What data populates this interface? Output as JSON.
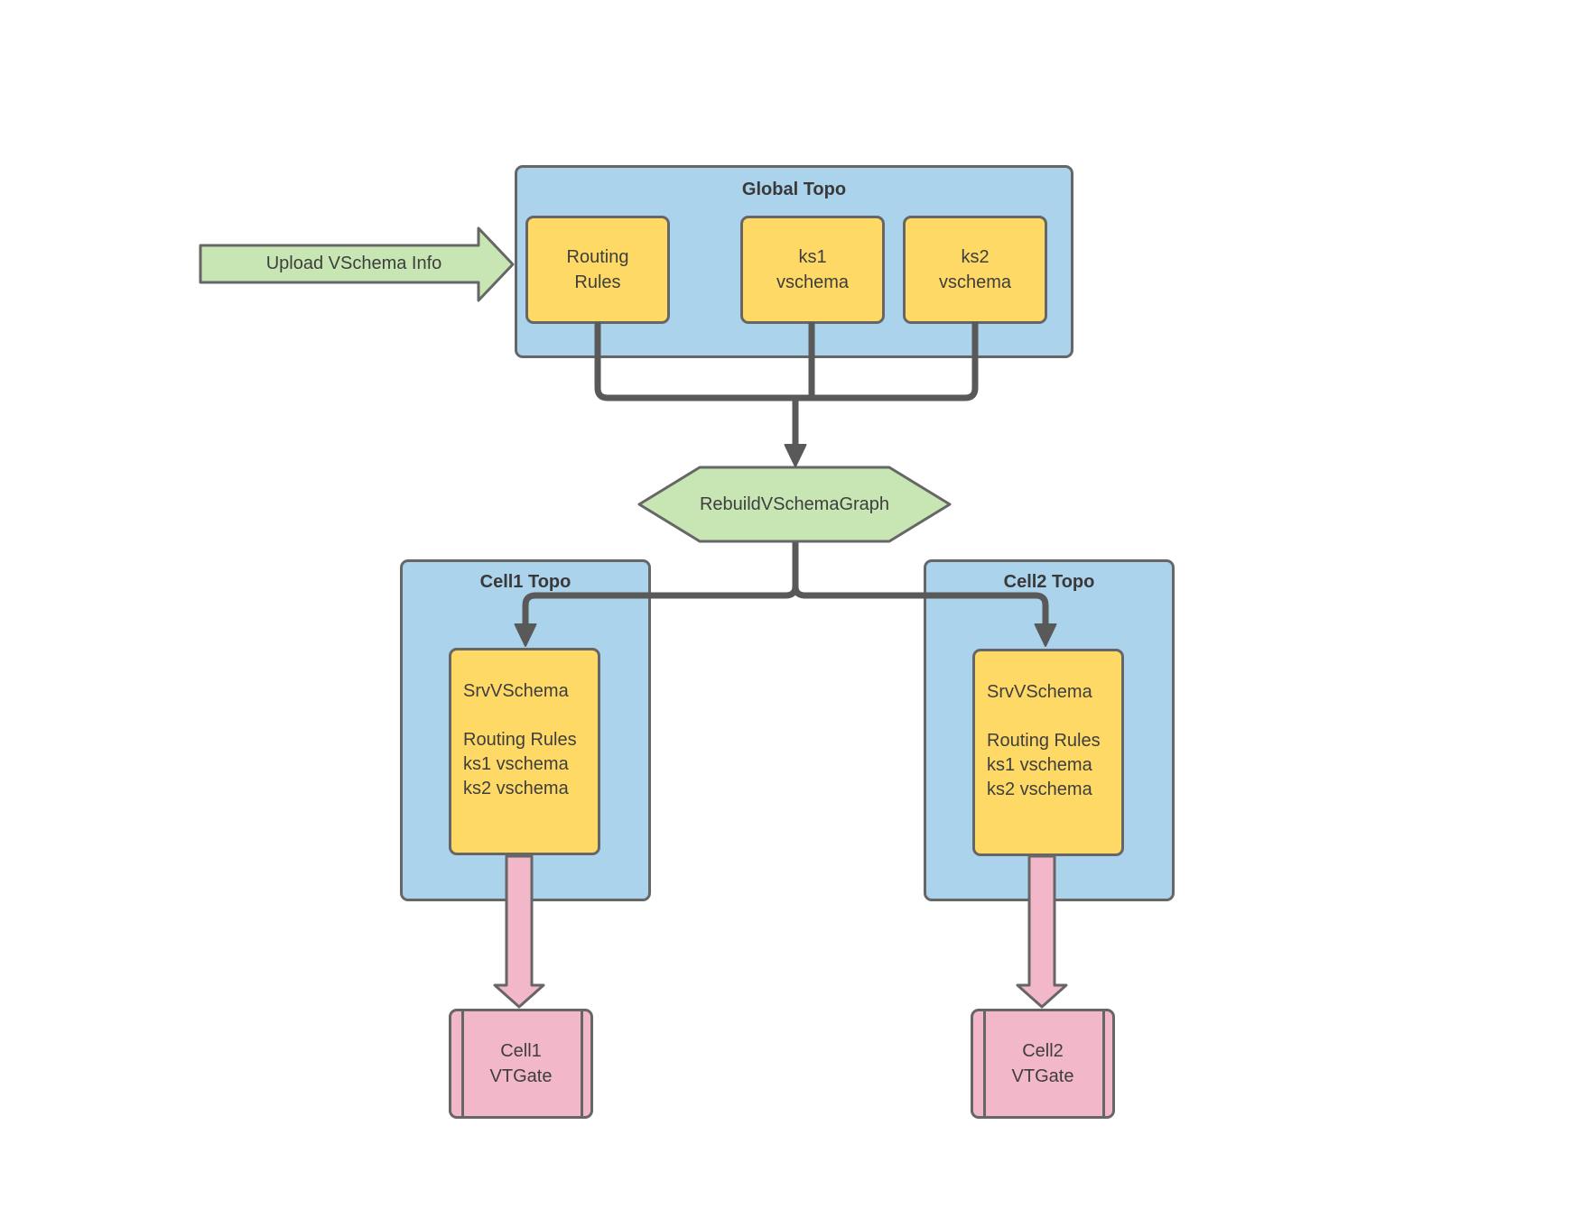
{
  "palette": {
    "container_blue": "#ABD3EC",
    "node_yellow": "#FFD966",
    "accent_green": "#C8E6B4",
    "accent_pink": "#F2B7C8",
    "connector_gray": "#595959",
    "border_gray": "#666666",
    "text_gray": "#3E3E3E"
  },
  "upload_arrow": {
    "label": "Upload VSchema Info"
  },
  "global_topo": {
    "title": "Global Topo",
    "routing_rules": {
      "line1": "Routing",
      "line2": "Rules"
    },
    "ks1": {
      "line1": "ks1",
      "line2": "vschema"
    },
    "ks2": {
      "line1": "ks2",
      "line2": "vschema"
    }
  },
  "rebuild_step": {
    "label": "RebuildVSchemaGraph"
  },
  "cell1": {
    "title": "Cell1 Topo",
    "srv_vschema": {
      "heading": "SrvVSchema",
      "items": [
        "Routing Rules",
        "ks1 vschema",
        "ks2 vschema"
      ]
    },
    "vtgate": {
      "line1": "Cell1",
      "line2": "VTGate"
    }
  },
  "cell2": {
    "title": "Cell2 Topo",
    "srv_vschema": {
      "heading": "SrvVSchema",
      "items": [
        "Routing Rules",
        "ks1 vschema",
        "ks2 vschema"
      ]
    },
    "vtgate": {
      "line1": "Cell2",
      "line2": "VTGate"
    }
  }
}
